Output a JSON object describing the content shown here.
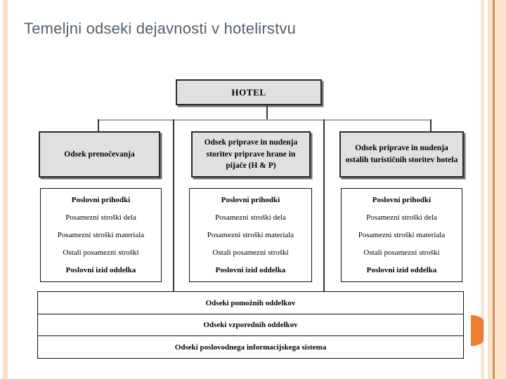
{
  "slide": {
    "title": "Temeljni odseki dejavnosti v hotelirstvu"
  },
  "diagram": {
    "root_label": "HOTEL",
    "departments": [
      {
        "header": "Odsek prenočevanja",
        "items": [
          "Poslovni prihodki",
          "Posamezni stroški dela",
          "Posamezni stroški materiala",
          "Ostali posamezni stroški",
          "Poslovni izid oddelka"
        ]
      },
      {
        "header": "Odsek priprave in nudenja storitev priprave hrane in pijače (H & P)",
        "items": [
          "Poslovni prihodki",
          "Posamezni stroški dela",
          "Posamezni stroški materiala",
          "Ostali posamezni stroški",
          "Poslovni izid oddelka"
        ]
      },
      {
        "header": "Odsek priprave in nudenja ostalih turističnih storitev hotela",
        "items": [
          "Poslovni prihodki",
          "Posamezni stroški dela",
          "Posamezni stroški materiala",
          "Ostali posamezni stroški",
          "Poslovni izid oddelka"
        ]
      }
    ],
    "shared_rows": [
      "Odseki pomožnih oddelkov",
      "Odseki vzporednih oddelkov",
      "Odseki poslovodnega informacijskega sistema"
    ]
  },
  "colors": {
    "title_text": "#54606c",
    "box_fill": "#e0e0e0",
    "box_border": "#2a2a2a",
    "accent_orange": "#ed7d31",
    "stripe_light": "#fbe3cc",
    "stripe_dark": "#d0955e"
  }
}
